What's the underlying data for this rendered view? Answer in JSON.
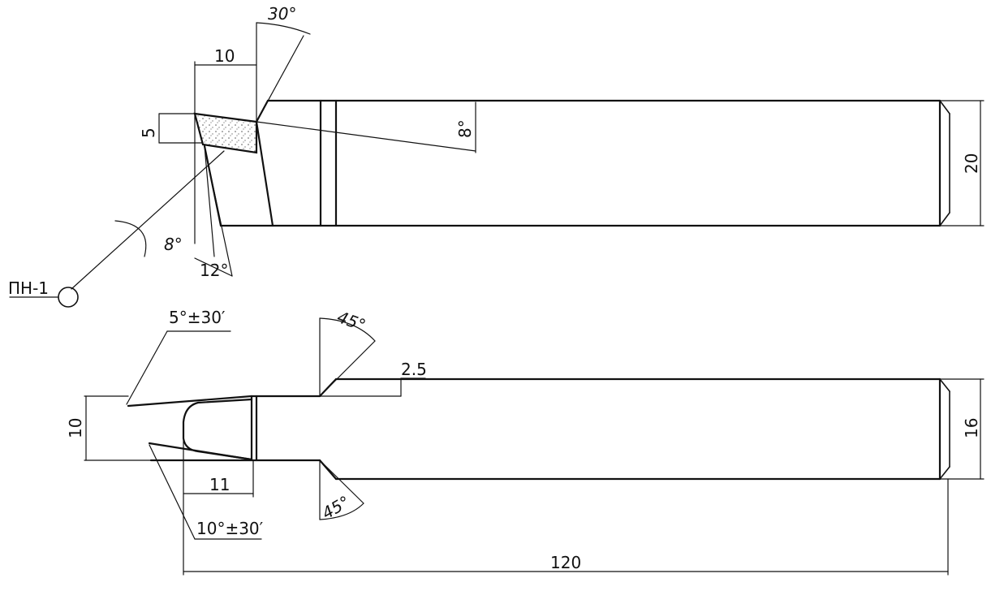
{
  "top_view": {
    "labels": {
      "angle_top": "30°",
      "width_tip": "10",
      "height_tip": "5",
      "angle_rake": "8°",
      "shank_height": "20",
      "angle_clearance_1": "8°",
      "angle_clearance_2": "12°",
      "insert_material": "ПН-1"
    }
  },
  "bottom_view": {
    "labels": {
      "angle_upper_tol": "5°±30′",
      "angle_chamfer_top": "45°",
      "step": "2.5",
      "tip_width": "10",
      "shank_width": "16",
      "tip_length": "11",
      "angle_lower_tol": "10°±30′",
      "angle_chamfer_bottom": "45°",
      "overall_length": "120"
    }
  },
  "colors": {
    "line": "#111111",
    "background": "#ffffff"
  }
}
